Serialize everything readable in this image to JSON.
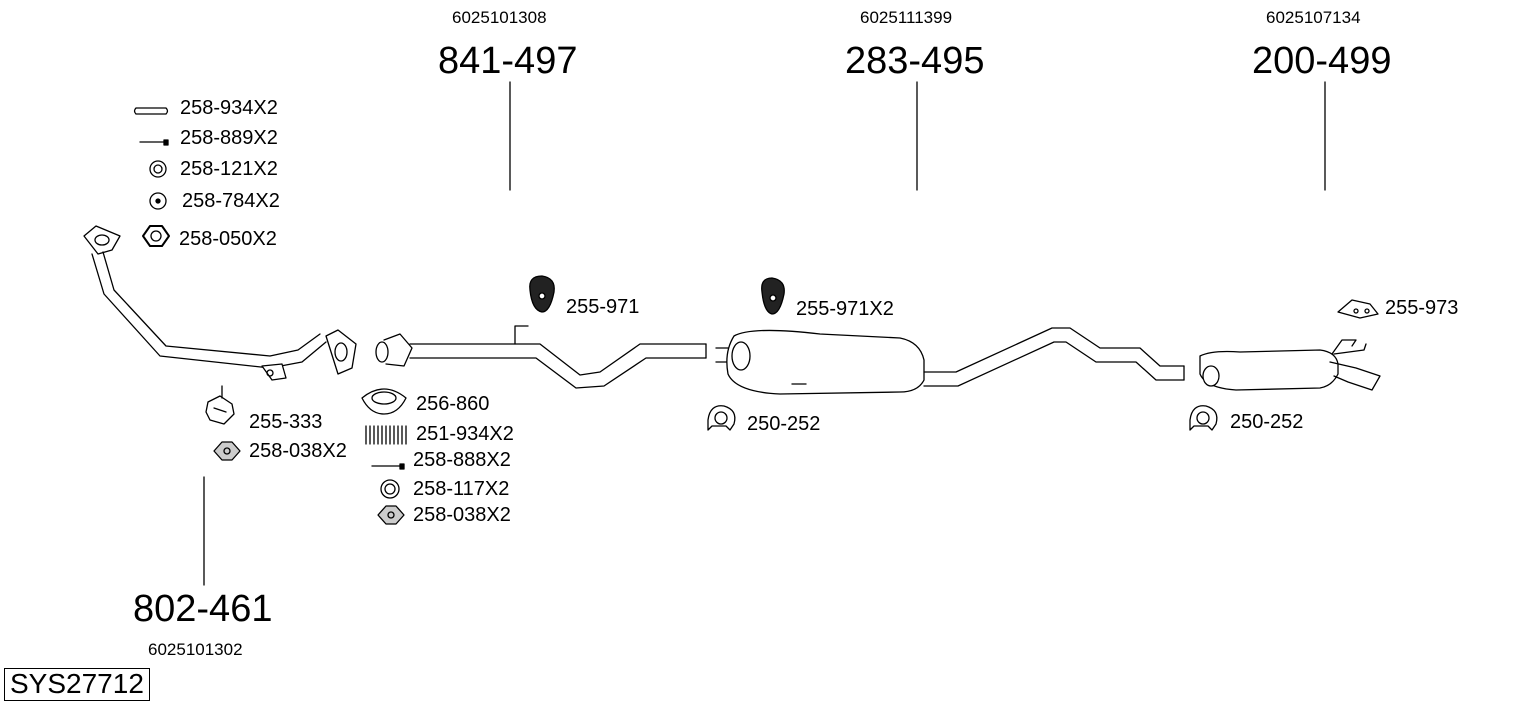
{
  "assemblies": [
    {
      "id": "front-pipe",
      "code": "6025101302",
      "part": "802-461"
    },
    {
      "id": "intermediate-pipe",
      "code": "6025101308",
      "part": "841-497"
    },
    {
      "id": "center-silencer",
      "code": "6025111399",
      "part": "283-495"
    },
    {
      "id": "rear-silencer",
      "code": "6025107134",
      "part": "200-499"
    }
  ],
  "parts": {
    "sleeve": "258-934X2",
    "bolt_long": "258-889X2",
    "washer": "258-121X2",
    "spring_washer": "258-784X2",
    "nut_hex": "258-050X2",
    "mount_front": "255-333",
    "nut_front": "258-038X2",
    "gasket": "256-860",
    "spring": "251-934X2",
    "bolt_mid": "258-888X2",
    "washer_mid": "258-117X2",
    "nut_mid": "258-038X2",
    "hanger_1": "255-971",
    "hanger_2": "255-971X2",
    "hanger_rear": "255-973",
    "clamp_1": "250-252",
    "clamp_2": "250-252"
  },
  "system_id": "SYS27712"
}
